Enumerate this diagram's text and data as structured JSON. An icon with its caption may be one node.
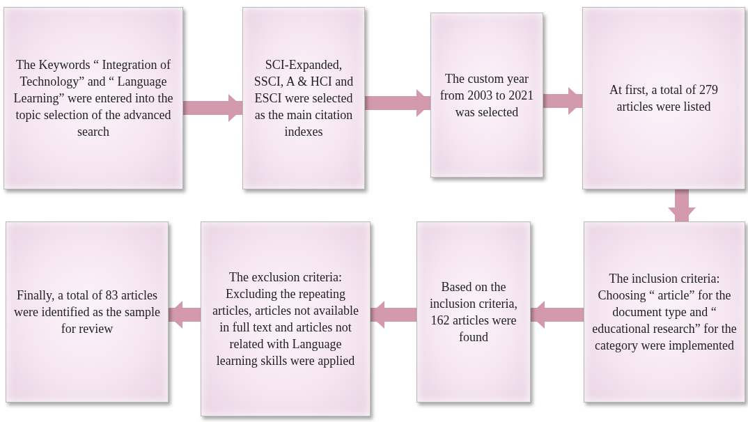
{
  "diagram": {
    "nodes": [
      {
        "text": [
          "The Keywords “ Integration of Technology” and “ Language Learning” were entered into the topic selection of the advanced search"
        ]
      },
      {
        "text": [
          "SCI-Expanded, SSCI, A & HCI and ESCI were selected as the main citation indexes"
        ]
      },
      {
        "text": [
          "The custom year from 2003 to 2021 was selected"
        ]
      },
      {
        "text": [
          "At first, a total of 279 articles were listed"
        ]
      },
      {
        "text": [
          "The inclusion criteria: Choosing “ article” for the document type and “ educational research” for the category were implemented"
        ]
      },
      {
        "text": [
          "Based on the inclusion criteria, 162 articles were found"
        ]
      },
      {
        "text": [
          "The exclusion criteria: Excluding the repeating articles, articles not available in full text and articles not related with Language learning skills were applied"
        ]
      },
      {
        "text": [
          "Finally, a total of 83 articles were identified as the sample for review"
        ]
      }
    ],
    "edges": [
      {
        "from": 0,
        "to": 1,
        "arrow": "to"
      },
      {
        "from": 1,
        "to": 2,
        "arrow": "to"
      },
      {
        "from": 2,
        "to": 3,
        "arrow": "to"
      },
      {
        "from": 3,
        "to": 4,
        "arrow": "to"
      },
      {
        "from": 4,
        "to": 5,
        "arrow": "to"
      },
      {
        "from": 5,
        "to": 6,
        "arrow": "to"
      },
      {
        "from": 6,
        "to": 7,
        "arrow": "to"
      }
    ]
  }
}
